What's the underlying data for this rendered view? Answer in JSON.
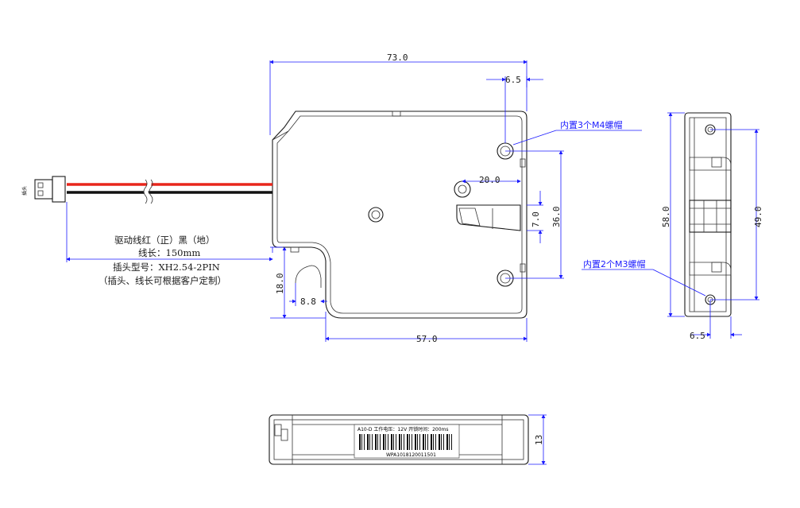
{
  "dimensions": {
    "width_top": "73.0",
    "hole_offset_top": "6.5",
    "latch_width": "20.0",
    "latch_offset": "7.0",
    "height_right": "36.0",
    "height_left": "18.0",
    "notch_width": "8.8",
    "bottom_width": "57.0",
    "side_height_outer": "58.0",
    "side_height_inner": "49.0",
    "side_offset_bottom": "6.5",
    "thickness": "13"
  },
  "notes": {
    "m4_screws": "内置3个M4螺帽",
    "m3_screws": "内置2个M3螺帽"
  },
  "wire": {
    "line1": "驱动线红（正）黑（地）",
    "line2": "线长：150mm",
    "line3": "插头型号：XH2.54-2PIN",
    "line4": "（插头、线长可根据客户定制）",
    "connector_label": "插头"
  },
  "product_label": {
    "line1": "A10-D   工作电压：12V   开锁时间：200ms",
    "serial": "WPA1018120011501"
  },
  "colors": {
    "wire_red": "#e8261c",
    "wire_black": "#111111",
    "dimension_blue": "#1a1aff"
  }
}
